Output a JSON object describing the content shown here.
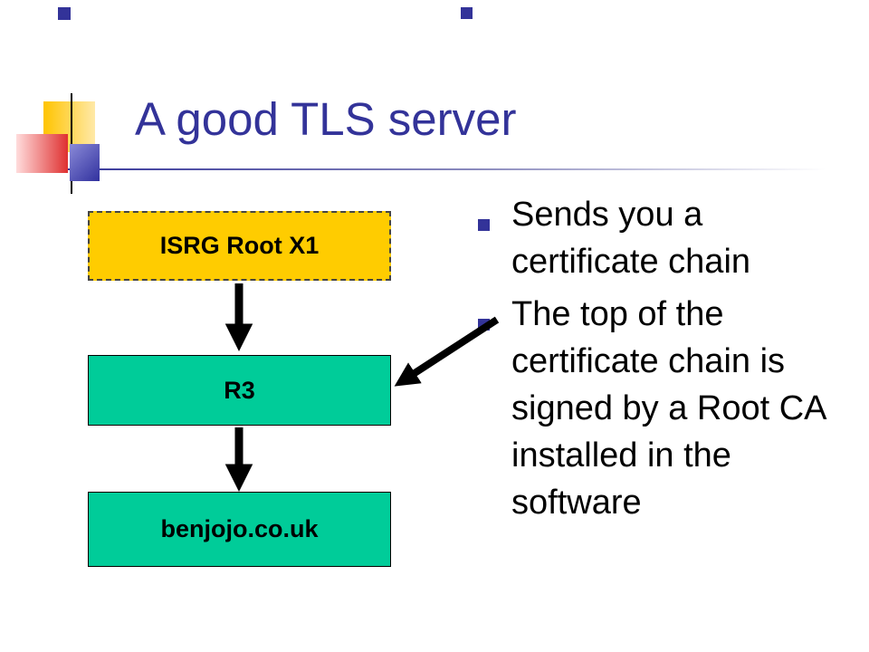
{
  "slide": {
    "title": "A good TLS server"
  },
  "colors": {
    "title_text": "#333399",
    "body_text": "#000000",
    "bullet_marker": "#333399",
    "root_box_fill": "#FFCC00",
    "cert_box_fill": "#00CC99",
    "arrow": "#000000"
  },
  "diagram": {
    "nodes": [
      {
        "label": "ISRG Root X1",
        "fill": "#FFCC00",
        "border_style": "dashed"
      },
      {
        "label": "R3",
        "fill": "#00CC99",
        "border_style": "solid"
      },
      {
        "label": "benjojo.co.uk",
        "fill": "#00CC99",
        "border_style": "solid"
      }
    ],
    "edges": [
      {
        "from": "ISRG Root X1",
        "to": "R3"
      },
      {
        "from": "R3",
        "to": "benjojo.co.uk"
      },
      {
        "from": "bullet-2",
        "to": "R3",
        "note": "callout arrow from bullet text to R3 box"
      }
    ]
  },
  "bullets": [
    {
      "text": "Sends you a certificate chain",
      "lines": [
        "Sends you a",
        "certificate chain"
      ]
    },
    {
      "text": "The top of the certificate chain is signed by a Root CA installed in the software",
      "lines": [
        "The top of the",
        "certificate chain is",
        "signed by a Root CA",
        "installed in the",
        "software"
      ]
    }
  ]
}
